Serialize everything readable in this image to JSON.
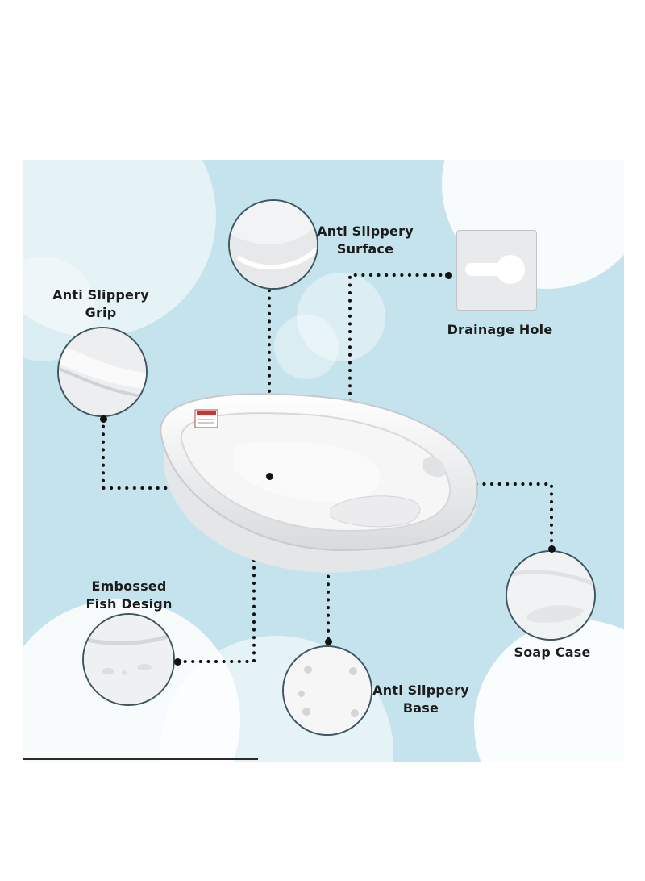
{
  "labels": {
    "surface": [
      "Anti Slippery",
      "Surface"
    ],
    "grip": [
      "Anti Slippery",
      "Grip"
    ],
    "drainage": "Drainage Hole",
    "fish": [
      "Embossed",
      "Fish Design"
    ],
    "base": [
      "Anti Slippery",
      "Base"
    ],
    "soap": "Soap Case"
  },
  "colors": {
    "background": "#c5e3ec",
    "bubble": "#ffffff",
    "ring": "#3e5660",
    "dots": "#111111",
    "tub": "#f1f2f3"
  }
}
